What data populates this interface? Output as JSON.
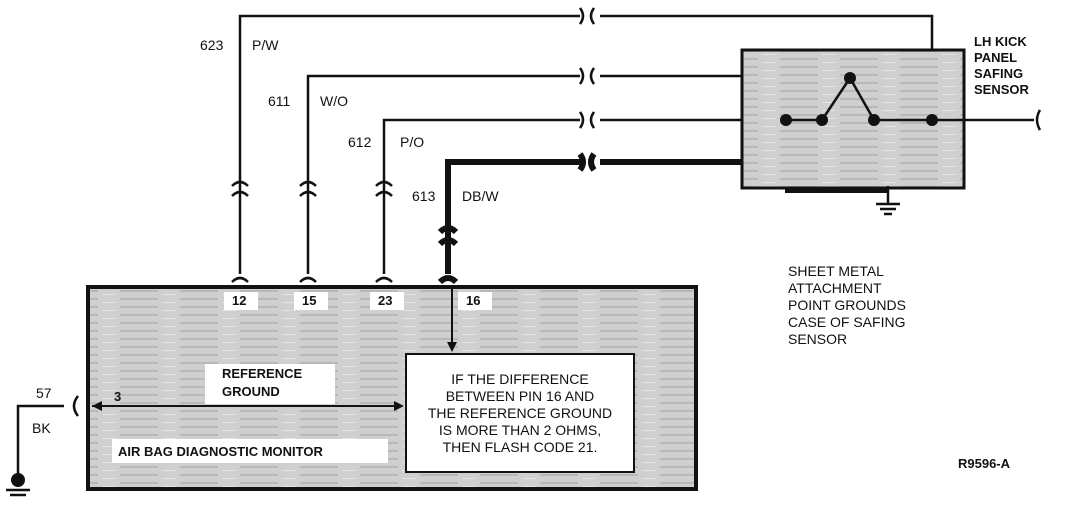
{
  "module": {
    "title": "AIR BAG DIAGNOSTIC MONITOR"
  },
  "sensor": {
    "title_lines": [
      "LH KICK",
      "PANEL",
      "SAFING",
      "SENSOR"
    ]
  },
  "wires": [
    {
      "circuit": "623",
      "color": "P/W",
      "pin": "12"
    },
    {
      "circuit": "611",
      "color": "W/O",
      "pin": "15"
    },
    {
      "circuit": "612",
      "color": "P/O",
      "pin": "23"
    },
    {
      "circuit": "613",
      "color": "DB/W",
      "pin": "16"
    }
  ],
  "ground_wire": {
    "circuit": "57",
    "color": "BK",
    "pin": "3"
  },
  "reference_ground": {
    "lines": [
      "REFERENCE",
      "GROUND"
    ]
  },
  "info_box": {
    "lines": [
      "IF THE DIFFERENCE",
      "BETWEEN PIN 16 AND",
      "THE REFERENCE GROUND",
      "IS MORE THAN 2 OHMS,",
      "THEN FLASH CODE 21."
    ]
  },
  "note": {
    "lines": [
      "SHEET METAL",
      "ATTACHMENT",
      "POINT GROUNDS",
      "CASE OF SAFING",
      "SENSOR"
    ]
  },
  "figure_id": "R9596-A",
  "colors": {
    "line": "#111111",
    "shade": "#c9c9c9",
    "shade_dark": "#a9a9a9",
    "paper": "#ffffff"
  }
}
